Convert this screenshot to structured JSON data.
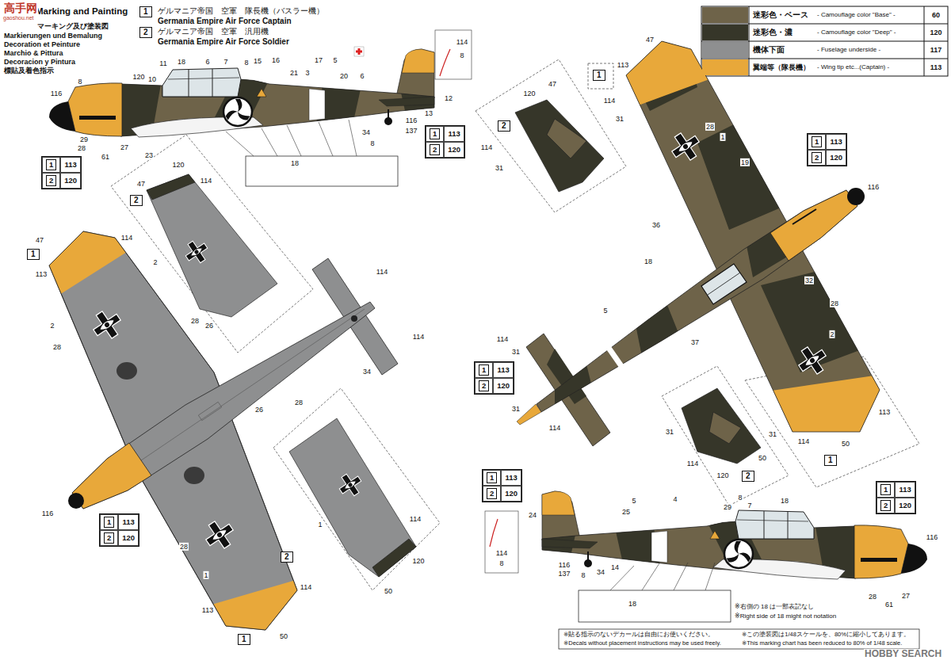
{
  "diagram": {
    "title": "Marking and Painting",
    "nodes": [
      {
        "text": [
          "1"
        ]
      },
      {
        "text": [
          "2"
        ]
      },
      {
        "text": [
          "1",
          "113",
          "2",
          "120"
        ]
      },
      {
        "text": [
          "1",
          "113",
          "2",
          "120"
        ]
      },
      {
        "text": [
          "1",
          "113",
          "2",
          "120"
        ]
      },
      {
        "text": [
          "1",
          "113",
          "2",
          "120"
        ]
      },
      {
        "text": [
          "1",
          "113",
          "2",
          "120"
        ]
      },
      {
        "text": [
          "1",
          "113",
          "2",
          "120"
        ]
      },
      {
        "text": [
          "1",
          "113",
          "2",
          "120"
        ]
      },
      {
        "text": [
          "1"
        ]
      },
      {
        "text": [
          "2"
        ]
      },
      {
        "text": [
          "2"
        ]
      },
      {
        "text": [
          "1"
        ]
      },
      {
        "text": [
          "1"
        ]
      },
      {
        "text": [
          "2"
        ]
      },
      {
        "text": [
          "2"
        ]
      },
      {
        "text": [
          "1"
        ]
      }
    ],
    "labels": [
      "高手网",
      "gaoshou.net",
      "マーキング及び塗装図",
      "Markierungen und Bemalung",
      "Decoration et Peinture",
      "Marchio & Pittura",
      "Decoracion y Pintura",
      "標貼及着色指示",
      "ゲルマニア帝国　空軍　隊長機（バスラー機）",
      "Germania Empire Air Force Captain",
      "ゲルマニア帝国　空軍　汎用機",
      "Germania Empire Air Force Soldier",
      "- Camouflage color \"Base\" -",
      "60",
      "- Camouflage color \"Deep\" -",
      "120",
      "- Fuselage underside -",
      "117",
      "- Wing tip etc...(Captain) -",
      "113",
      "120",
      "8",
      "116",
      "10",
      "11",
      "18",
      "6",
      "7",
      "8",
      "15",
      "16",
      "21",
      "3",
      "17",
      "5",
      "20",
      "6",
      "12",
      "13",
      "34",
      "8",
      "116",
      "137",
      "29",
      "28",
      "27",
      "61",
      "23",
      "114",
      "8",
      "18",
      "47",
      "113",
      "114",
      "2",
      "28",
      "26",
      "26",
      "1",
      "28",
      "114",
      "113",
      "50",
      "116",
      "34",
      "114",
      "114",
      "120",
      "47",
      "114",
      "2",
      "28",
      "28",
      "1",
      "114",
      "120",
      "50",
      "47",
      "113",
      "114",
      "31",
      "1",
      "28",
      "19",
      "36",
      "18",
      "5",
      "116",
      "32",
      "28",
      "37",
      "2",
      "114",
      "31",
      "31",
      "114",
      "31",
      "114",
      "113",
      "50",
      "120",
      "47",
      "114",
      "31",
      "31",
      "114",
      "50",
      "120",
      "24",
      "25",
      "5",
      "4",
      "29",
      "7",
      "8",
      "18",
      "116",
      "28",
      "61",
      "27",
      "116",
      "137",
      "8",
      "34",
      "14",
      "114",
      "8",
      "18",
      "※右側の 18 は一部表記なし",
      "※Right side of 18 might not notation",
      "※貼る指示のないデカールは自由にお使いください。",
      "※Decals without placement instructions may be used freely.",
      "※この塗装図は1/48スケールを、80%に縮小してあります。",
      "※This marking chart has been reduced to 80% of 1/48 scale.",
      "HOBBY SEARCH"
    ],
    "legend": [
      {
        "text": "迷彩色・ベース",
        "color": "#6e6349"
      },
      {
        "text": "迷彩色・濃",
        "color": "#363629"
      },
      {
        "text": "機体下面",
        "color": "#8e8f90"
      },
      {
        "text": "翼端等（隊長機）",
        "color": "#e8a83a"
      }
    ]
  }
}
